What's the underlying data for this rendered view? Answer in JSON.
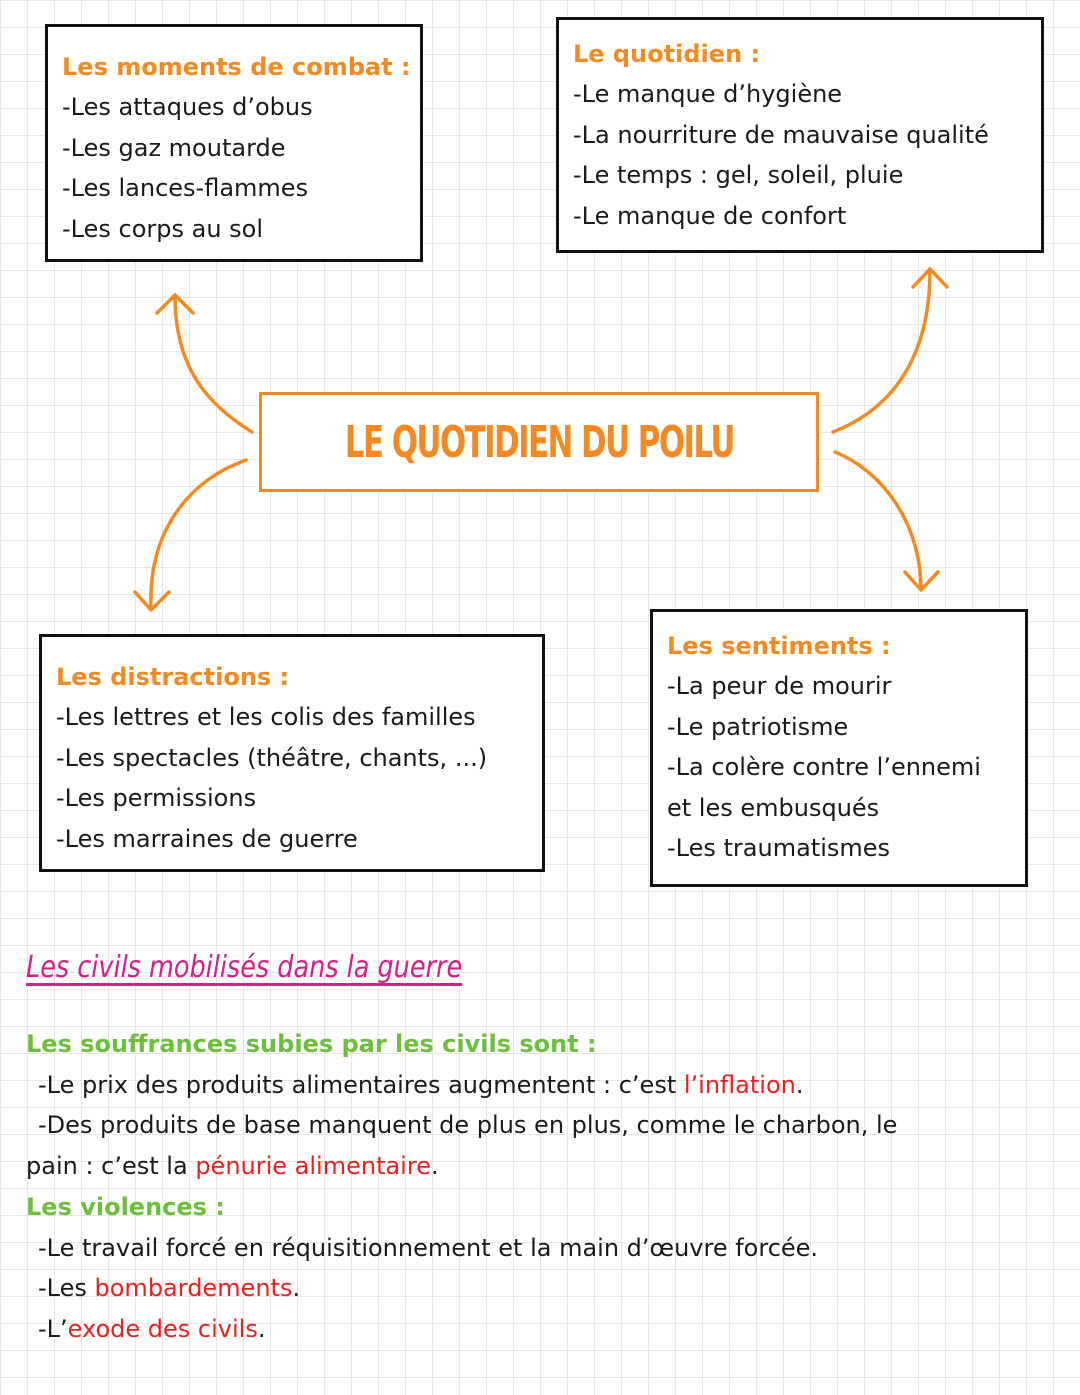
{
  "center": {
    "title": "LE QUOTIDIEN DU POILU"
  },
  "combat": {
    "heading": "Les moments de combat :",
    "items": [
      "-Les attaques d’obus",
      "-Les gaz moutarde",
      "-Les lances-flammes",
      "-Les corps au sol"
    ]
  },
  "quotidien": {
    "heading": "Le quotidien :",
    "items": [
      "-Le manque d’hygiène",
      "-La nourriture de mauvaise qualité",
      "-Le temps : gel, soleil, pluie",
      "-Le manque de confort"
    ]
  },
  "distractions": {
    "heading": "Les distractions :",
    "items": [
      "-Les lettres et les colis des familles",
      "-Les spectacles (théâtre, chants, ...)",
      "-Les permissions",
      "-Les marraines de guerre"
    ]
  },
  "sentiments": {
    "heading": "Les sentiments :",
    "items": [
      "-La peur de mourir",
      "-Le patriotisme",
      "-La colère contre l’ennemi",
      "et les embusqués",
      "-Les traumatismes"
    ]
  },
  "civils": {
    "title": "Les civils mobilisés dans la guerre",
    "souffrances_heading": "Les souffrances subies par les civils sont :",
    "s1_pre": "-Le prix des produits alimentaires augmentent : c’est ",
    "s1_red": "l’inflation",
    "s1_post": ".",
    "s2_line1": "-Des produits de base manquent de plus en plus, comme le charbon, le",
    "s2_pre": "pain : c’est la ",
    "s2_red": "pénurie alimentaire",
    "s2_post": ".",
    "violences_heading": "Les violences :",
    "v1": "-Le travail forcé en réquisitionnement et la main d’œuvre forcée.",
    "v2_pre": "-Les ",
    "v2_red": "bombardements",
    "v2_post": ".",
    "v3_pre": "-L’",
    "v3_red": "exode des civils",
    "v3_post": "."
  },
  "colors": {
    "orange": "#f5891f",
    "pink": "#d1208a",
    "green": "#6cbf3a",
    "red": "#e5221f"
  }
}
